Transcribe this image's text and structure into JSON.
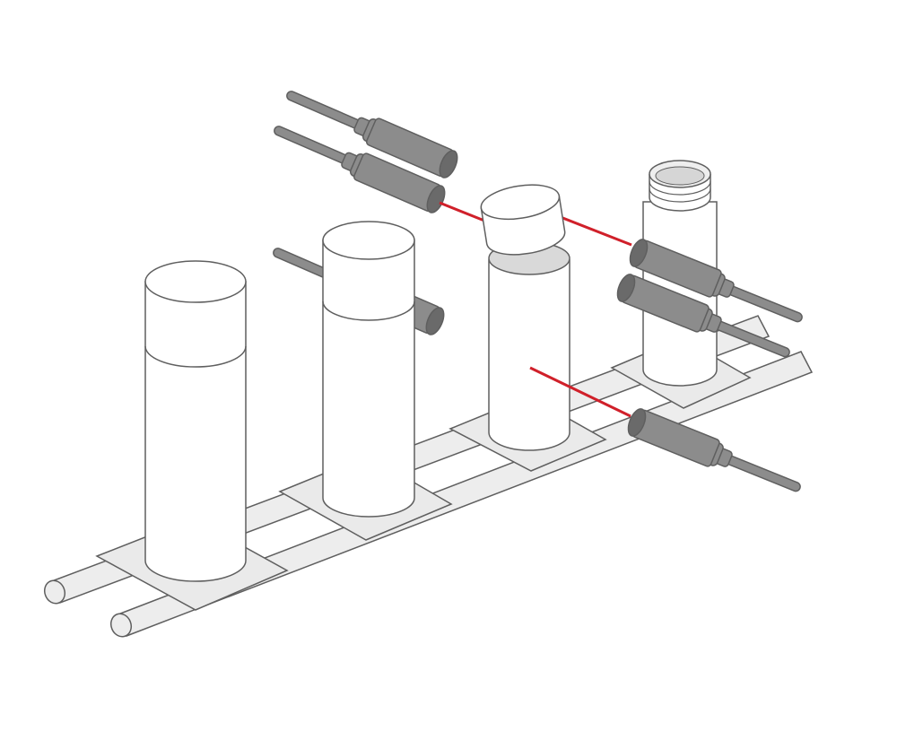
{
  "diagram": {
    "kind": "isometric-illustration",
    "subject": "cap-presence-inspection-on-conveyor",
    "containers": [
      {
        "id": "container-1",
        "cap_state": "cap-seated"
      },
      {
        "id": "container-2",
        "cap_state": "cap-seated"
      },
      {
        "id": "container-3",
        "cap_state": "cap-tilted"
      },
      {
        "id": "container-4",
        "cap_state": "cap-missing"
      }
    ],
    "sensors": [
      {
        "id": "sensor-upper-left-top",
        "beam": false
      },
      {
        "id": "sensor-upper-left-bottom",
        "beam": true
      },
      {
        "id": "sensor-behind-container-2",
        "beam": false
      },
      {
        "id": "sensor-right-upper",
        "beam": true
      },
      {
        "id": "sensor-right-lower",
        "beam": false
      },
      {
        "id": "sensor-front-lower",
        "beam": true
      }
    ],
    "colors": {
      "outline": "#5f5f5f",
      "container_fill": "#ffffff",
      "pallet_fill": "#eaeaea",
      "rail_fill": "#ededed",
      "sensor_body": "#8c8c8c",
      "sensor_end": "#6a6a6a",
      "beam": "#d0202a"
    }
  }
}
